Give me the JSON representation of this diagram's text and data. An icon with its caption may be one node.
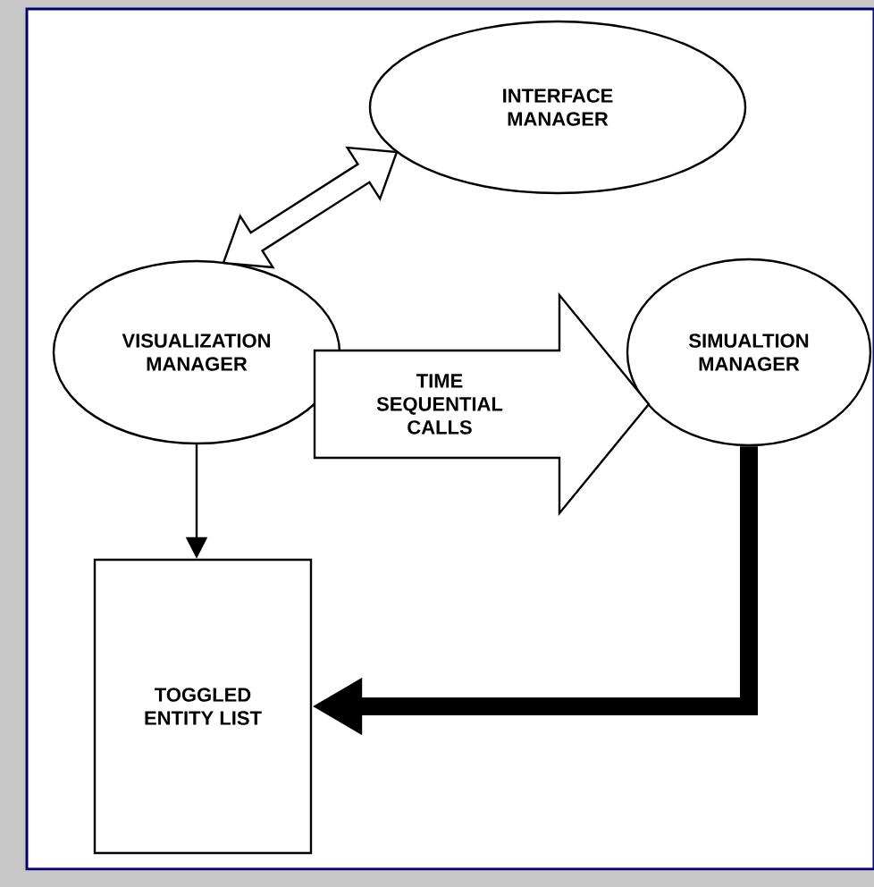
{
  "diagram": {
    "nodes": [
      {
        "text": [
          "INTERFACE MANAGER"
        ]
      },
      {
        "text": [
          "VISUALIZATION MANAGER"
        ]
      },
      {
        "text": [
          "SIMUALTION MANAGER"
        ]
      },
      {
        "text": [
          "TOGGLED ENTITY LIST"
        ]
      }
    ],
    "edges": [
      {
        "from": 1,
        "to": 0,
        "arrow": "both"
      },
      {
        "from": 1,
        "to": 2,
        "arrow": "to",
        "label": "TIME SEQUENTIAL CALLS"
      },
      {
        "from": 1,
        "to": 3,
        "arrow": "to"
      },
      {
        "from": 2,
        "to": 3,
        "arrow": "to",
        "style": "thick"
      }
    ]
  }
}
